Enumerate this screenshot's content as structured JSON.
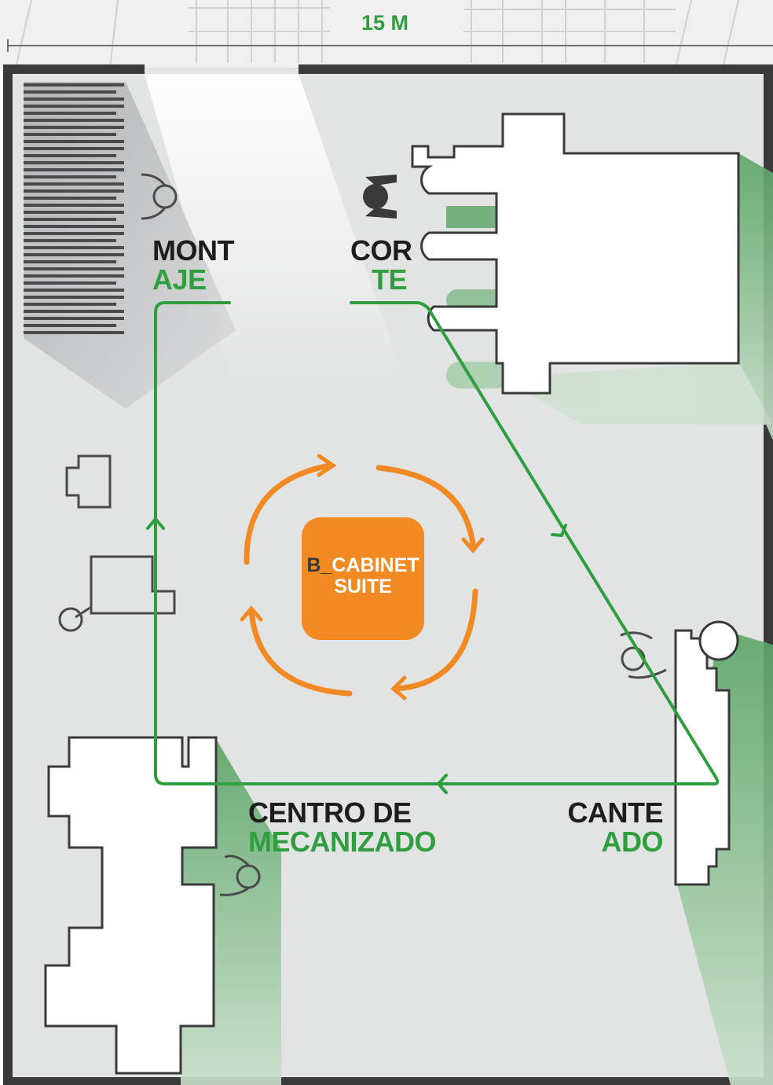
{
  "scale_label": "15 M",
  "stations": {
    "assembly": {
      "line1": "MONT",
      "line2": "AJE"
    },
    "cutting": {
      "line1": "COR",
      "line2": "TE"
    },
    "machining": {
      "line1": "CENTRO DE",
      "line2": "MECANIZADO"
    },
    "edgebanding": {
      "line1": "CANTE",
      "line2": "ADO"
    }
  },
  "logo": {
    "prefix": "B_",
    "line1": "CABINET",
    "line2": "SUITE"
  },
  "colors": {
    "wall": "#3a3a3a",
    "floor": "#e2e3e3",
    "flow": "#2e9e3e",
    "cycle": "#f28a23",
    "shadow": "#5fa86a"
  }
}
